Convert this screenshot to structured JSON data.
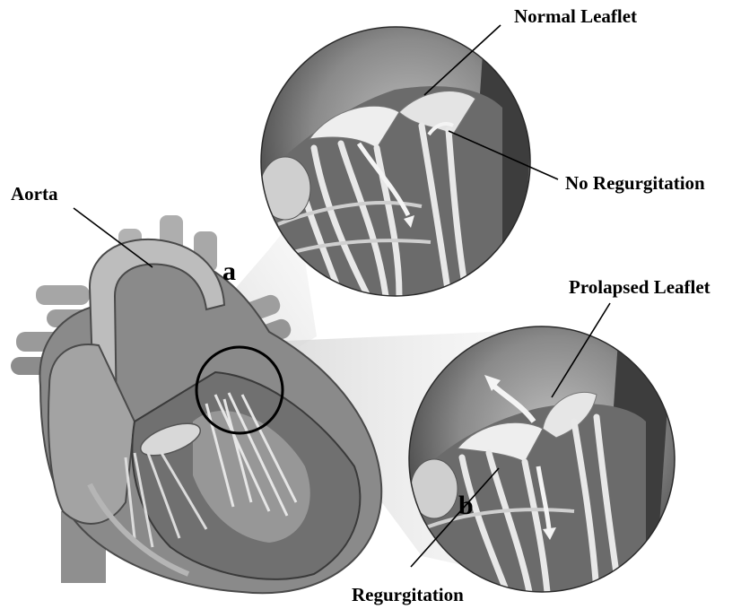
{
  "labels": {
    "normal_leaflet": "Normal Leaflet",
    "no_regurgitation": "No Regurgitation",
    "aorta": "Aorta",
    "a": "a",
    "prolapsed_leaflet": "Prolapsed Leaflet",
    "b": "b",
    "regurgitation": "Regurgitation"
  }
}
